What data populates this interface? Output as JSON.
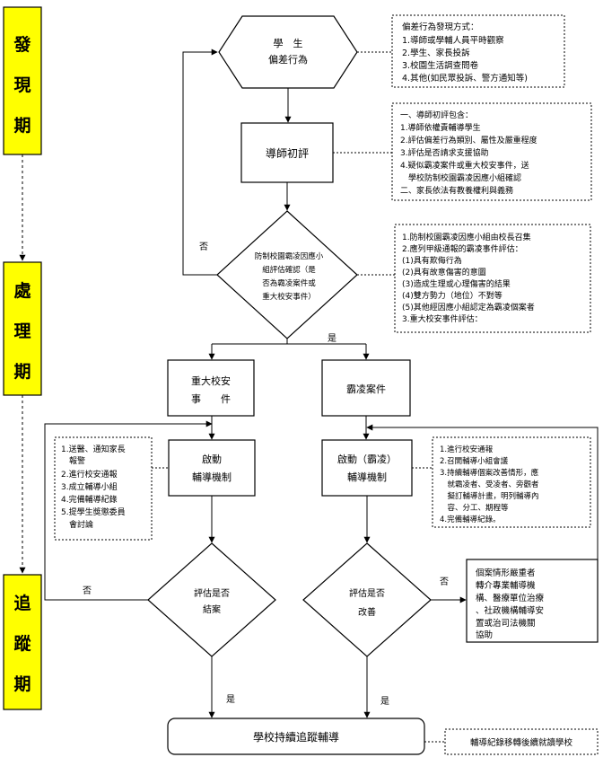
{
  "phases": {
    "discover": [
      "發",
      "現",
      "期"
    ],
    "handle": [
      "處",
      "理",
      "期"
    ],
    "track": [
      "追",
      "蹤",
      "期"
    ]
  },
  "nodes": {
    "start": [
      "學　生",
      "偏差行為"
    ],
    "initial_eval": "導師初評",
    "decision_bully": [
      "防制校園霸凌因應小",
      "組評估確認（是",
      "否為霸凌案件或",
      "重大校安事件）"
    ],
    "major_incident": [
      "重大校安",
      "事　　件"
    ],
    "bully_case": "霸凌案件",
    "left_mechanism": [
      "啟動",
      "輔導機制"
    ],
    "right_mechanism": [
      "啟動（霸凌）",
      "輔導機制"
    ],
    "left_decision": [
      "評估是否",
      "結案"
    ],
    "right_decision": [
      "評估是否",
      "改善"
    ],
    "referral": [
      "個案情形嚴重者",
      "轉介專業輔導機",
      "構、醫療單位治療",
      "、社政機構輔導安",
      "置或治司法機關",
      "協助"
    ],
    "end": "學校持續追蹤輔導"
  },
  "notes": {
    "discovery": [
      "偏差行為發現方式：",
      "1.導師或學輔人員平時觀察",
      "2.學生、家長投訴",
      "3.校園生活調查問卷",
      "4.其他(如民眾投訴、警方通知等)"
    ],
    "initial_eval": [
      "一、導師初評包含：",
      "1.導師依權責輔導學生",
      "2.評估偏差行為類別、屬性及嚴重程度",
      "3.評估是否請求支援協助",
      "4.疑似霸凌案件或重大校安事件，送",
      "　學校防制校園霸凌因應小組確認",
      "二、家長依法有教養權利與義務"
    ],
    "bully_group": [
      "1.防制校園霸凌因應小組由校長召集",
      "2.應列甲級通報的霸凌事件評估：",
      "(1)具有欺侮行為",
      "(2)具有故意傷害的意圖",
      "(3)造成生理或心理傷害的結果",
      "(4)雙方勢力（地位）不對等",
      "(5)其他經因應小組認定為霸凌個案者",
      "3.重大校安事件評估："
    ],
    "left_steps": [
      "1.送醫、通知家長",
      "　報警",
      "2.進行校安通報",
      "3.成立輔導小組",
      "4.完備輔導紀錄",
      "5.提學生獎懲委員",
      "　會討論"
    ],
    "right_steps": [
      "1.進行校安通報",
      "2.召開輔導小組會議",
      "3.持續輔導個案改善情形，應",
      "　就霸凌者、受凌者、旁觀者",
      "　擬訂輔導計畫，明列輔導內",
      "　容、分工、期程等",
      "4.完備輔導紀錄。"
    ],
    "transfer": "輔導紀錄移轉後續就讀學校"
  },
  "edge_labels": {
    "no_top": "否",
    "yes_bully": "是",
    "no_left": "否",
    "no_right": "否",
    "yes_left": "是",
    "yes_right": "是"
  },
  "colors": {
    "phase_fill": "#ffff00"
  }
}
